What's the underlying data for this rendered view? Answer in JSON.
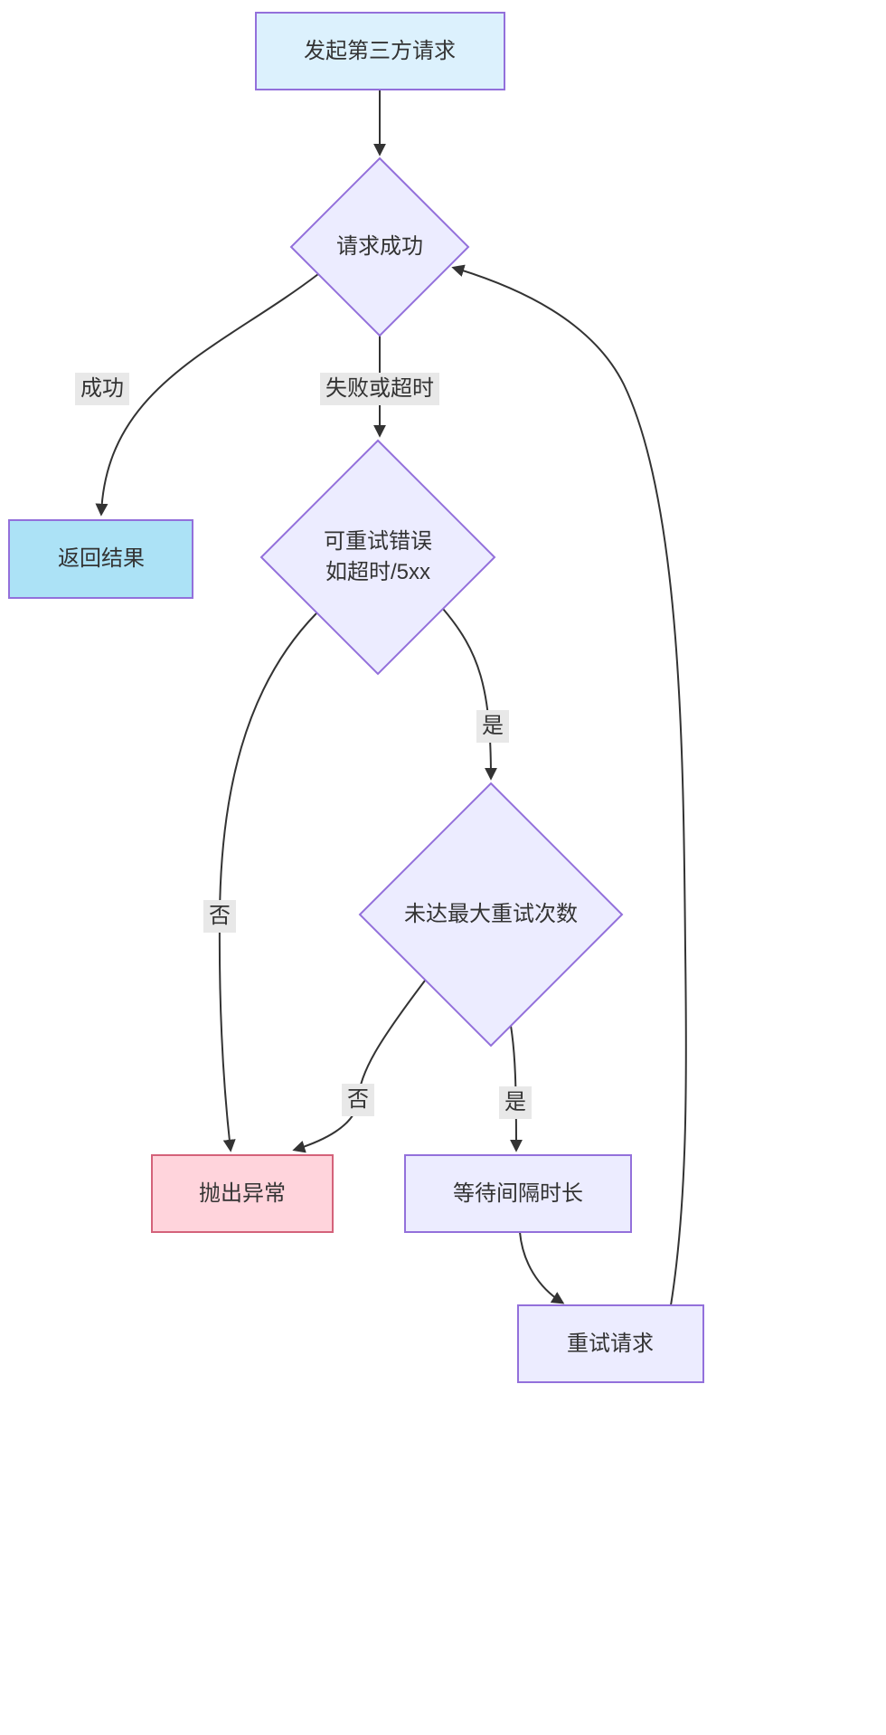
{
  "diagram": {
    "type": "flowchart",
    "background": "#ffffff",
    "colors": {
      "edge": "#333333",
      "edge_label_background": "#e8e8e8",
      "text": "#333333"
    },
    "nodes": {
      "start": {
        "label": "发起第三方请求",
        "shape": "rect",
        "fill": "#dcf1fd",
        "stroke": "#9370DB"
      },
      "success_check": {
        "label": "请求成功",
        "shape": "diamond",
        "fill": "#ECECFF",
        "stroke": "#9370DB"
      },
      "return_result": {
        "label": "返回结果",
        "shape": "rect",
        "fill": "#ace2f6",
        "stroke": "#9370DB"
      },
      "retryable_check": {
        "label": "可重试错误\n如超时/5xx",
        "shape": "diamond",
        "fill": "#ECECFF",
        "stroke": "#9370DB"
      },
      "max_retry_check": {
        "label": "未达最大重试次数",
        "shape": "diamond",
        "fill": "#ECECFF",
        "stroke": "#9370DB"
      },
      "throw_exception": {
        "label": "抛出异常",
        "shape": "rect",
        "fill": "#ffd4dc",
        "stroke": "#d4627a"
      },
      "wait_interval": {
        "label": "等待间隔时长",
        "shape": "rect",
        "fill": "#ECECFF",
        "stroke": "#9370DB"
      },
      "retry_request": {
        "label": "重试请求",
        "shape": "rect",
        "fill": "#ECECFF",
        "stroke": "#9370DB"
      }
    },
    "edge_labels": {
      "success": "成功",
      "fail_or_timeout": "失败或超时",
      "retryable_yes": "是",
      "retryable_no": "否",
      "max_retry_no": "否",
      "max_retry_yes": "是"
    }
  }
}
